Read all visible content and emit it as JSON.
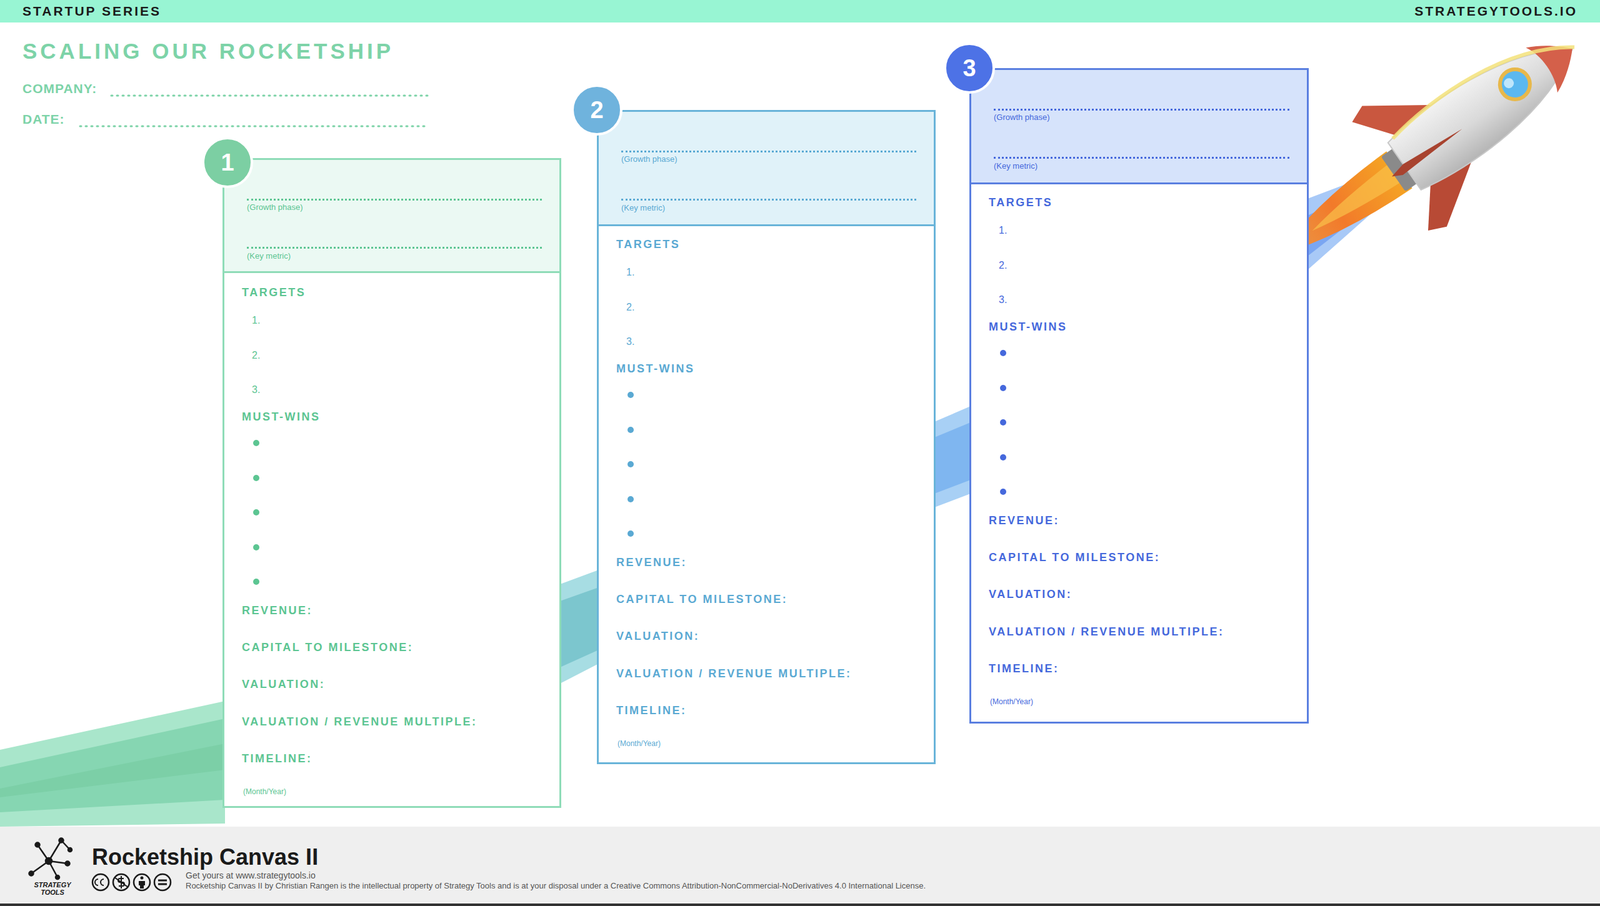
{
  "diagram": {
    "title": "SCALING OUR ROCKETSHIP",
    "nodes": [
      {
        "text": [
          "1"
        ]
      },
      {
        "text": [
          "TARGETS",
          "1.",
          "2.",
          "3.",
          "MUST-WINS",
          "REVENUE:",
          "CAPITAL TO MILESTONE:",
          "VALUATION:",
          "VALUATION / REVENUE MULTIPLE:",
          "TIMELINE:",
          "(Month/Year)"
        ]
      },
      {
        "text": [
          "(Growth phase)",
          "(Key metric)"
        ],
        "in": 1
      },
      {
        "text": [
          "2"
        ]
      },
      {
        "text": [
          "TARGETS",
          "1.",
          "2.",
          "3.",
          "MUST-WINS",
          "REVENUE:",
          "CAPITAL TO MILESTONE:",
          "VALUATION:",
          "VALUATION / REVENUE MULTIPLE:",
          "TIMELINE:",
          "(Month/Year)"
        ]
      },
      {
        "text": [
          "(Growth phase)",
          "(Key metric)"
        ],
        "in": 4
      },
      {
        "text": [
          "3"
        ]
      },
      {
        "text": [
          "TARGETS",
          "1.",
          "2.",
          "3.",
          "MUST-WINS",
          "REVENUE:",
          "CAPITAL TO MILESTONE:",
          "VALUATION:",
          "VALUATION / REVENUE MULTIPLE:",
          "TIMELINE:",
          "(Month/Year)"
        ]
      },
      {
        "text": [
          "(Growth phase)",
          "(Key metric)"
        ],
        "in": 7
      }
    ],
    "labels": [
      "STARTUP SERIES",
      "STRATEGYTOOLS.IO",
      "COMPANY:",
      "DATE:",
      "Rocketship Canvas II",
      "STRATEGY TOOLS",
      "Get yours at www.strategytools.io",
      "Rocketship Canvas II by Christian Rangen is the intellectual property of Strategy Tools and is at your disposal under a Creative Commons Attribution-NonCommercial-NoDerivatives 4.0 International License."
    ]
  }
}
